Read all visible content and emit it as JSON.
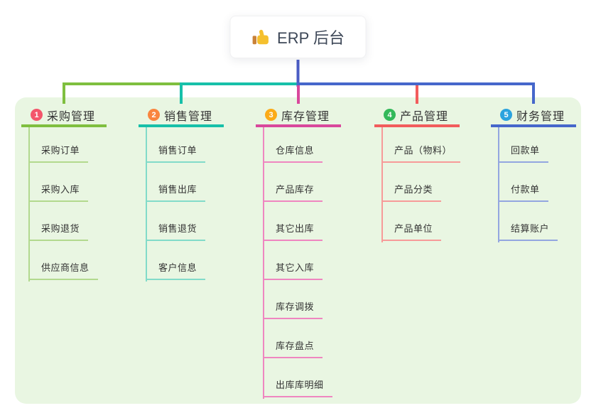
{
  "root": {
    "label": "ERP 后台",
    "icon": "thumbs-up-icon",
    "icon_colors": {
      "hand": "#f5c02e",
      "cuff": "#c98239"
    },
    "link_color": "#4a5cc5"
  },
  "panel": {
    "background": "#e9f6e2"
  },
  "canvas": {
    "background": "#ffffff",
    "text_color": "#333333"
  },
  "branches": [
    {
      "num": "1",
      "label": "采购管理",
      "badge_color": "#f3566b",
      "line_color": "#7fbf3f",
      "child_line_color": "#b2d98e",
      "children": [
        "采购订单",
        "采购入库",
        "采购退货",
        "供应商信息"
      ]
    },
    {
      "num": "2",
      "label": "销售管理",
      "badge_color": "#f9853f",
      "line_color": "#17c0a9",
      "child_line_color": "#82dbc9",
      "children": [
        "销售订单",
        "销售出库",
        "销售退货",
        "客户信息"
      ]
    },
    {
      "num": "3",
      "label": "库存管理",
      "badge_color": "#fbab18",
      "line_color": "#d9489c",
      "child_line_color": "#ef86c0",
      "children": [
        "仓库信息",
        "产品库存",
        "其它出库",
        "其它入库",
        "库存调拨",
        "库存盘点",
        "出库库明细"
      ]
    },
    {
      "num": "4",
      "label": "产品管理",
      "badge_color": "#33b95a",
      "line_color": "#f25c5c",
      "child_line_color": "#f79b99",
      "children": [
        "产品（物料）",
        "产品分类",
        "产品单位"
      ]
    },
    {
      "num": "5",
      "label": "财务管理",
      "badge_color": "#2ba3de",
      "line_color": "#4667cb",
      "child_line_color": "#93a6e0",
      "children": [
        "回款单",
        "付款单",
        "结算账户"
      ]
    }
  ]
}
